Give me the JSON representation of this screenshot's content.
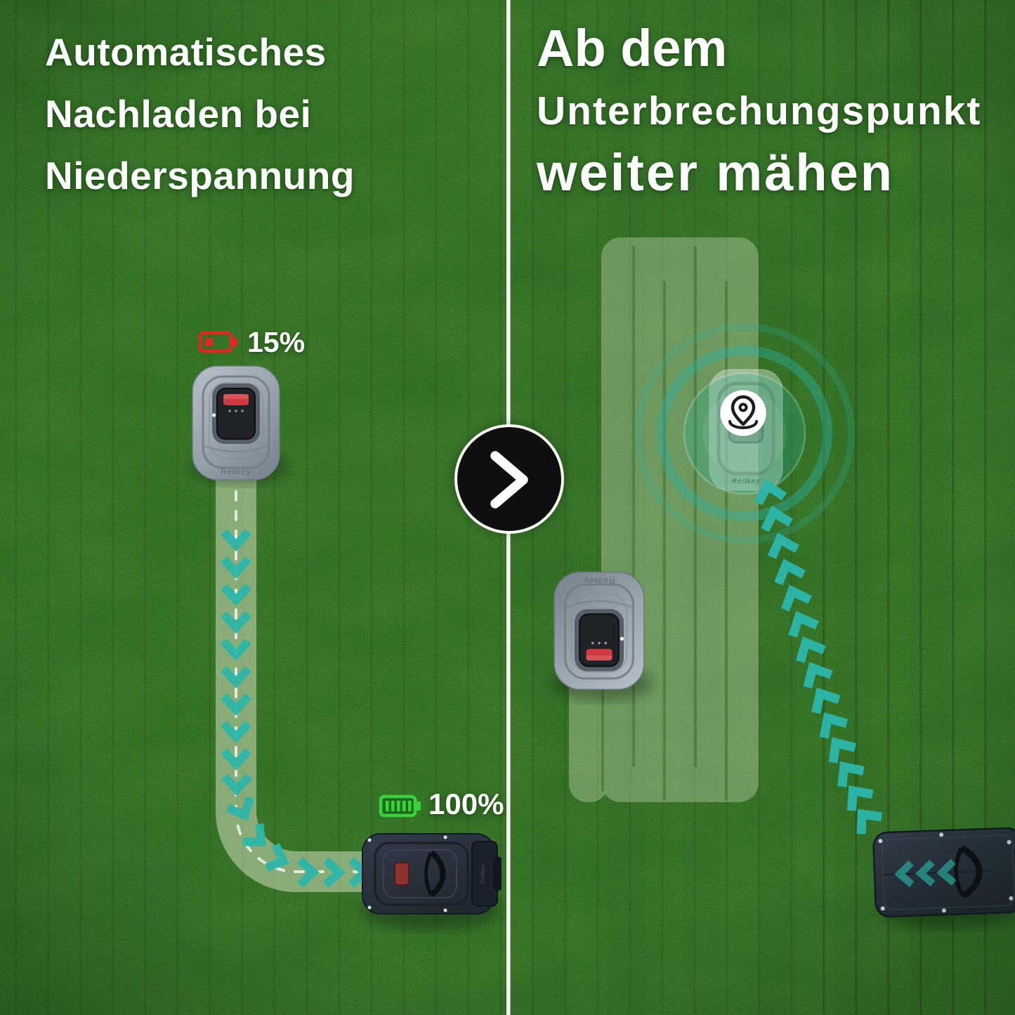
{
  "left_panel": {
    "title_lines": [
      "Automatisches",
      "Nachladen bei",
      "Niederspannung"
    ],
    "battery_low_label": "15%",
    "battery_full_label": "100%"
  },
  "right_panel": {
    "title_lines": [
      "Ab dem",
      "Unterbrechungspunkt",
      "weiter mähen"
    ]
  },
  "brand": "Redkey",
  "icons": {
    "battery_low": "battery-low-icon",
    "battery_full": "battery-full-icon",
    "location_pin": "location-pin-icon",
    "next_arrow": "chevron-right-icon",
    "direction": "chevron-trail-icon"
  },
  "colors": {
    "battery_low": "#e2281e",
    "battery_full": "#3bd33a",
    "trail_teal": "#2cb6aa",
    "title_text": "#ffffff",
    "badge_bg": "#0e0f10",
    "grass_base": "#4a7e2f",
    "mowed_path": "#dde4c6"
  }
}
